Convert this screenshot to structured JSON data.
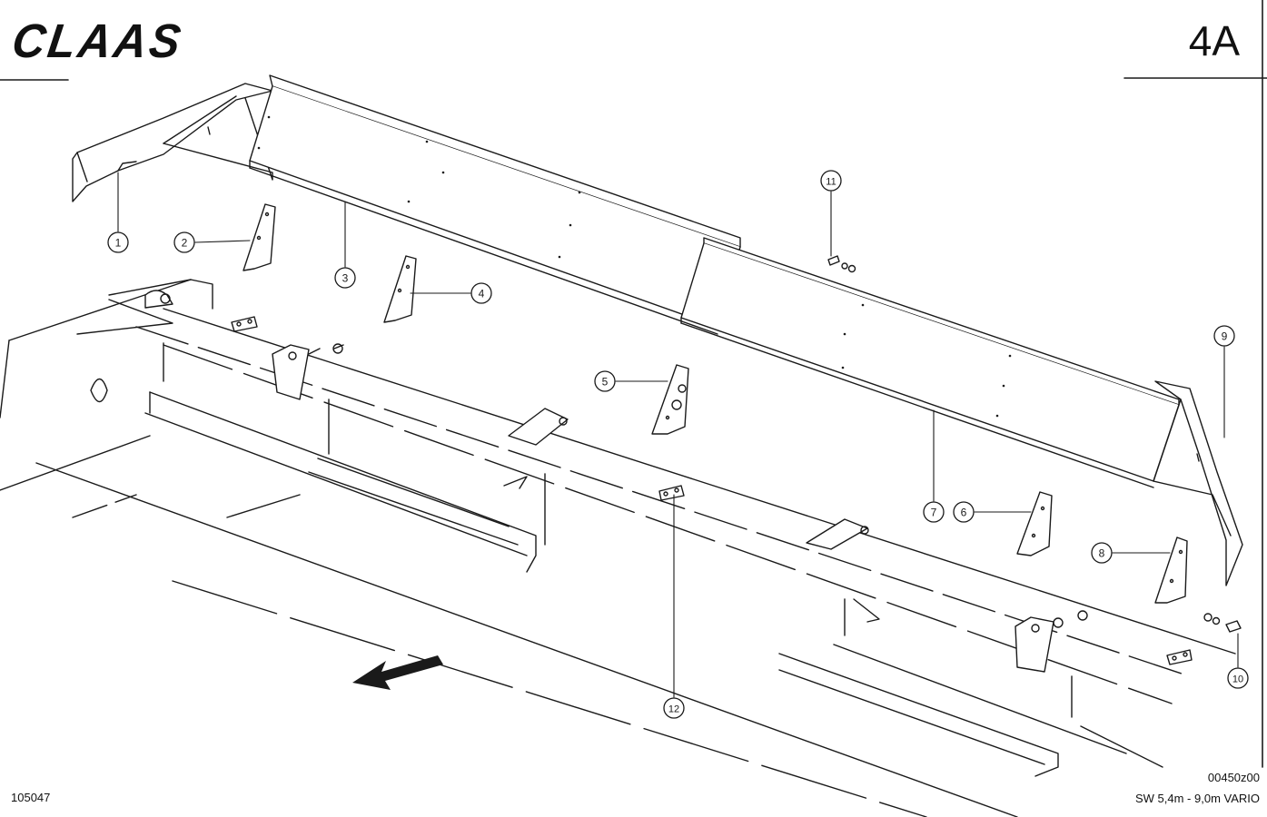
{
  "header": {
    "brand": "CLAAS",
    "page_code": "4A"
  },
  "callouts": [
    "1",
    "2",
    "3",
    "4",
    "5",
    "6",
    "7",
    "8",
    "9",
    "10",
    "11",
    "12"
  ],
  "footer": {
    "doc_number": "105047",
    "drawing_code": "00450z00",
    "model": "SW 5,4m - 9,0m VARIO"
  },
  "colors": {
    "line": "#1a1a1a",
    "shade": "#d8d8d8",
    "paper": "#ffffff"
  },
  "icons": {
    "direction_arrow": "arrow-left-down-icon"
  }
}
